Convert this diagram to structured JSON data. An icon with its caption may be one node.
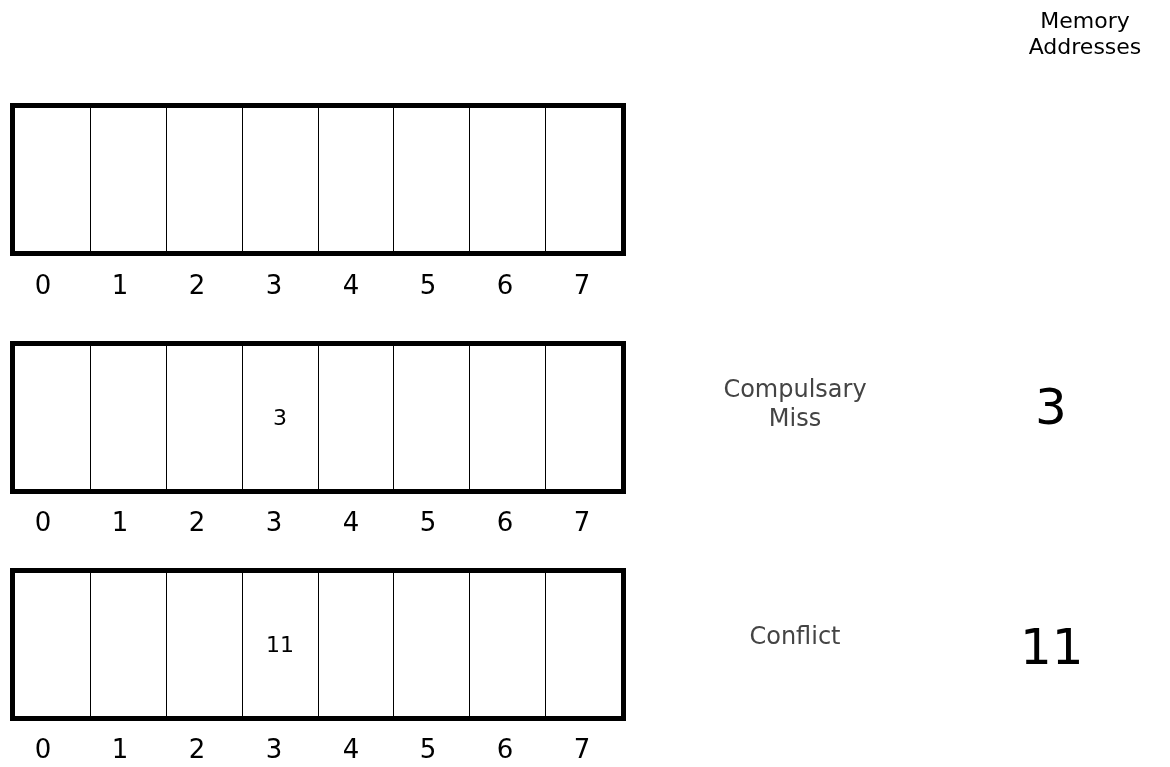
{
  "diagram": {
    "nodes": [
      {
        "text": [],
        "shape": "box"
      },
      {
        "text": [],
        "shape": "box"
      },
      {
        "text": [],
        "shape": "box"
      },
      {
        "text": [],
        "shape": "box"
      },
      {
        "text": [],
        "shape": "box"
      },
      {
        "text": [],
        "shape": "box"
      },
      {
        "text": [],
        "shape": "box"
      },
      {
        "text": [],
        "shape": "box"
      },
      {
        "text": [],
        "shape": "box"
      },
      {
        "text": [],
        "shape": "box"
      },
      {
        "text": [],
        "shape": "box"
      },
      {
        "text": [
          "3"
        ]
      },
      {
        "text": [],
        "shape": "box"
      },
      {
        "text": [],
        "shape": "box"
      },
      {
        "text": [],
        "shape": "box"
      },
      {
        "text": [],
        "shape": "box"
      },
      {
        "text": [],
        "shape": "box"
      },
      {
        "text": [],
        "shape": "box"
      },
      {
        "text": [],
        "shape": "box"
      },
      {
        "text": [
          "11"
        ]
      },
      {
        "text": [],
        "shape": "box"
      },
      {
        "text": [],
        "shape": "box"
      },
      {
        "text": [],
        "shape": "box"
      },
      {
        "text": [],
        "shape": "box"
      }
    ],
    "labels": [
      "Memory Addresses",
      "0",
      "1",
      "2",
      "3",
      "4",
      "5",
      "6",
      "7",
      "Compulsary Miss",
      "3",
      "0",
      "1",
      "2",
      "3",
      "4",
      "5",
      "6",
      "7",
      "Conflict",
      "11",
      "0",
      "1",
      "2",
      "3",
      "4",
      "5",
      "6",
      "7"
    ]
  }
}
